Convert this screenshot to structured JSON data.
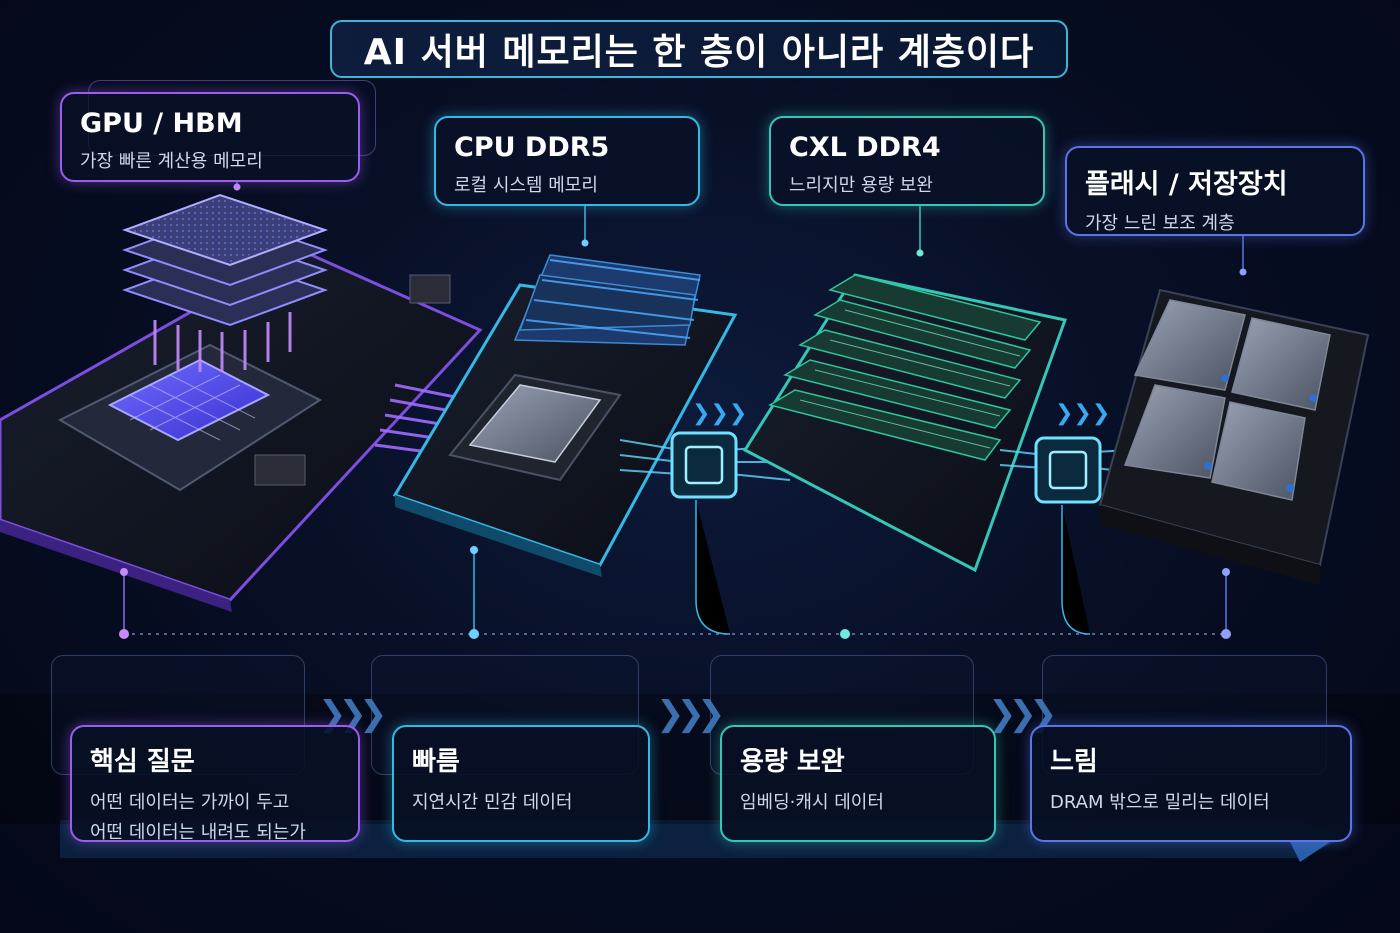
{
  "title": "AI 서버 메모리는 한 층이 아니라 계층이다",
  "tiers": [
    {
      "name": "GPU / HBM",
      "desc": "가장 빠른 계산용 메모리",
      "color": "#9b5cf0"
    },
    {
      "name": "CPU DDR5",
      "desc": "로컬 시스템 메모리",
      "color": "#36b8e6"
    },
    {
      "name": "CXL DDR4",
      "desc": "느리지만 용량 보완",
      "color": "#35c6b6"
    },
    {
      "name": "플래시 / 저장장치",
      "desc": "가장 느린 보조 계층",
      "color": "#5b74e8"
    }
  ],
  "bottom": [
    {
      "name": "핵심 질문",
      "desc1": "어떤 데이터는 가까이 두고",
      "desc2": "어떤 데이터는 내려도 되는가"
    },
    {
      "name": "빠름",
      "desc1": "지연시간 민감 데이터"
    },
    {
      "name": "용량 보완",
      "desc1": "임베딩·캐시 데이터"
    },
    {
      "name": "느림",
      "desc1": "DRAM 밖으로 밀리는 데이터"
    }
  ]
}
